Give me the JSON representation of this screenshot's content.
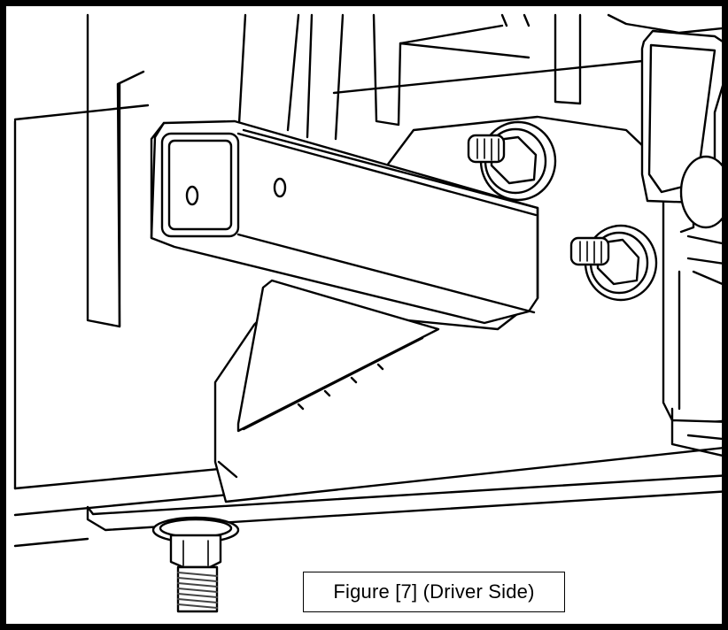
{
  "figure": {
    "caption": "Figure [7] (Driver Side)"
  },
  "parts": {
    "receiver_tube_icon": "square-receiver-tube",
    "bolt_icon": "hex-flange-bolt",
    "bracket_icon": "gusset-bracket"
  },
  "colors": {
    "line": "#000000",
    "fill": "#ffffff",
    "thread": "#444444"
  }
}
